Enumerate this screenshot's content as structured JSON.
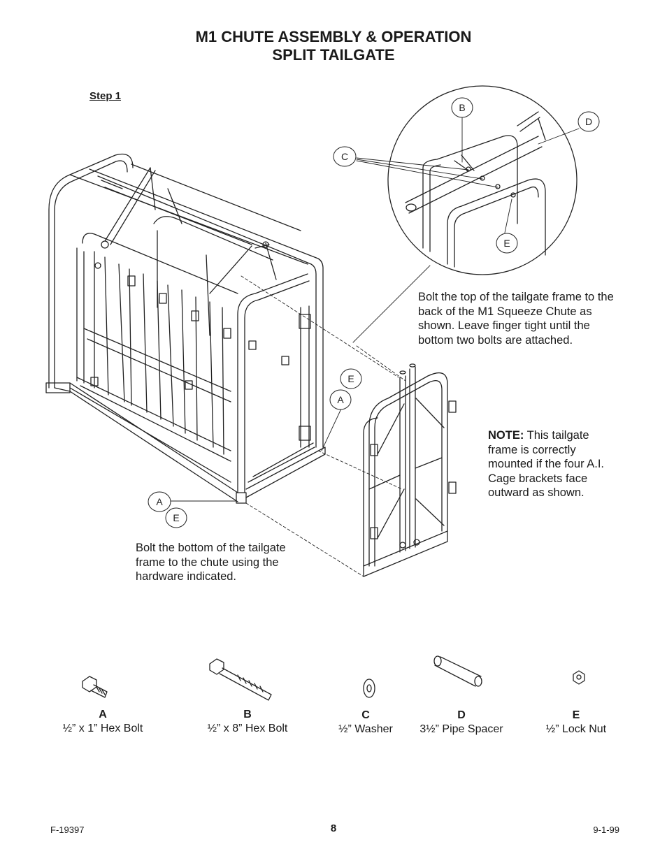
{
  "header": {
    "title_line1": "M1 CHUTE ASSEMBLY & OPERATION",
    "title_line2": "SPLIT TAILGATE"
  },
  "step_label": "Step 1",
  "callouts": {
    "a": "A",
    "b": "B",
    "c": "C",
    "d": "D",
    "e": "E"
  },
  "notes": {
    "top_instruction": "Bolt the top of the tailgate frame to the back of the M1 Squeeze Chute as shown. Leave finger tight until the bottom two bolts are attached.",
    "bottom_instruction": "Bolt the bottom of the tailgate frame to the chute using the hardware indicated.",
    "note_label": "NOTE:",
    "note_text": " This tailgate frame is correctly mounted if the four A.I. Cage brackets face outward as shown."
  },
  "parts": [
    {
      "letter": "A",
      "desc": "½” x 1” Hex Bolt"
    },
    {
      "letter": "B",
      "desc": "½” x 8” Hex Bolt"
    },
    {
      "letter": "C",
      "desc": "½” Washer"
    },
    {
      "letter": "D",
      "desc": "3½” Pipe Spacer"
    },
    {
      "letter": "E",
      "desc": "½” Lock Nut"
    }
  ],
  "footer": {
    "form_number": "F-19397",
    "page_number": "8",
    "date": "9-1-99"
  }
}
